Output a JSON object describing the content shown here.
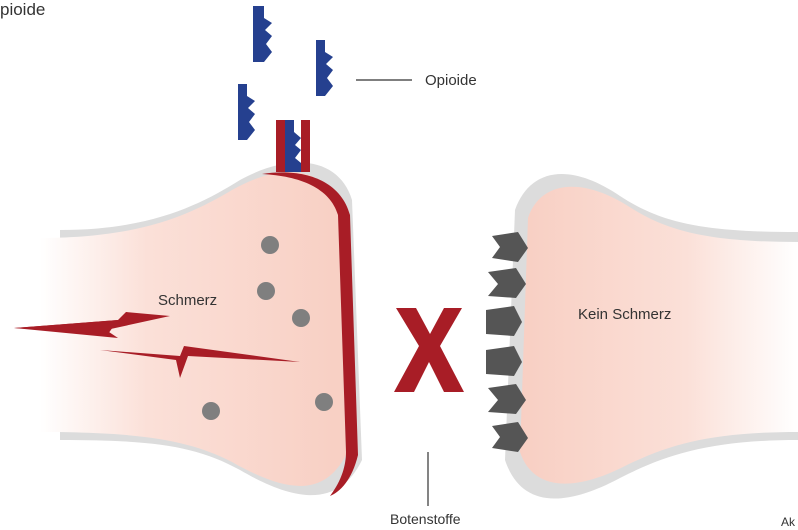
{
  "diagram": {
    "title_fragment": "pioide",
    "labels": {
      "opioide": "Opioide",
      "schmerz": "Schmerz",
      "kein_schmerz": "Kein Schmerz",
      "botenstoffe": "Botenstoffe",
      "corner_fragment": "Ak"
    },
    "icons": {
      "blocked_signal": "x-mark-icon",
      "pain_signal": "lightning-bolt-icon"
    },
    "colors": {
      "neuron_fill": "#f9d3c8",
      "membrane_shadow": "#dadada",
      "receptor_red": "#a81d26",
      "opioid_blue": "#25408f",
      "vesicle_gray": "#7f7f7f",
      "receptor_dark": "#555555",
      "text": "#333333"
    }
  }
}
